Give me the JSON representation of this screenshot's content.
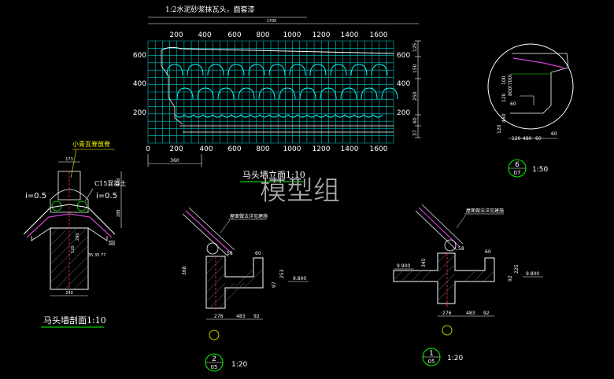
{
  "colors": {
    "background": "#000000",
    "grid": "#00c8c8",
    "grid_major": "#1ad6d6",
    "wall": "#ffffff",
    "tile": "#d040d0",
    "dimension": "#ffffff",
    "callout": "#ffff00",
    "label_underline": "#00ff00",
    "marker": "#ffff00",
    "rebar": "#ff3030",
    "profile": "#00ffff"
  },
  "elevation": {
    "title": "1:2水泥砂浆抹瓦头，面套漆",
    "top_dimension": "1700",
    "x_ticks": [
      "200",
      "400",
      "600",
      "800",
      "1000",
      "1200",
      "1400",
      "1600"
    ],
    "x_ticks_bottom": [
      "0",
      "200",
      "400",
      "600",
      "800",
      "1000",
      "1200",
      "1400",
      "1600"
    ],
    "y_ticks_left": [
      "600",
      "400",
      "200"
    ],
    "y_ticks_right": [
      "600",
      "400",
      "200"
    ],
    "right_dimensions": [
      "125",
      "150",
      "250",
      "60",
      "37"
    ],
    "bottom_dimension": "360",
    "caption": "马头墙立面1:10"
  },
  "watermark": "模型组",
  "section_left": {
    "callout_top": "小青瓦脊放脊",
    "callout_concrete": "C15混凝土",
    "slope_left": "i=0.5",
    "slope_right": "i=0.5",
    "dims": [
      "173",
      "173",
      "288",
      "120",
      "290",
      "35",
      "35",
      "77",
      "240",
      "69",
      "60"
    ],
    "caption": "马头墙剖面1:10"
  },
  "detail_2": {
    "callout": "屋面做法详见建施",
    "dims": [
      "58",
      "368",
      "253",
      "97",
      "276",
      "483",
      "92",
      "60"
    ],
    "level": "9.800",
    "marker_top": "2",
    "marker_bottom": "05",
    "scale": "1:20"
  },
  "detail_1": {
    "callout": "屋面做法详见建施",
    "dims": [
      "58",
      "345",
      "225",
      "92",
      "276",
      "483",
      "92",
      "60"
    ],
    "level_left": "9.900",
    "level_right": "9.800",
    "marker_top": "1",
    "marker_bottom": "05",
    "scale": "1:20"
  },
  "detail_6": {
    "dims": [
      "120",
      "480",
      "60",
      "120",
      "60",
      "120",
      "60",
      "100",
      "800(700)",
      "450"
    ],
    "marker_top": "6",
    "marker_bottom": "07",
    "scale": "1:50"
  }
}
